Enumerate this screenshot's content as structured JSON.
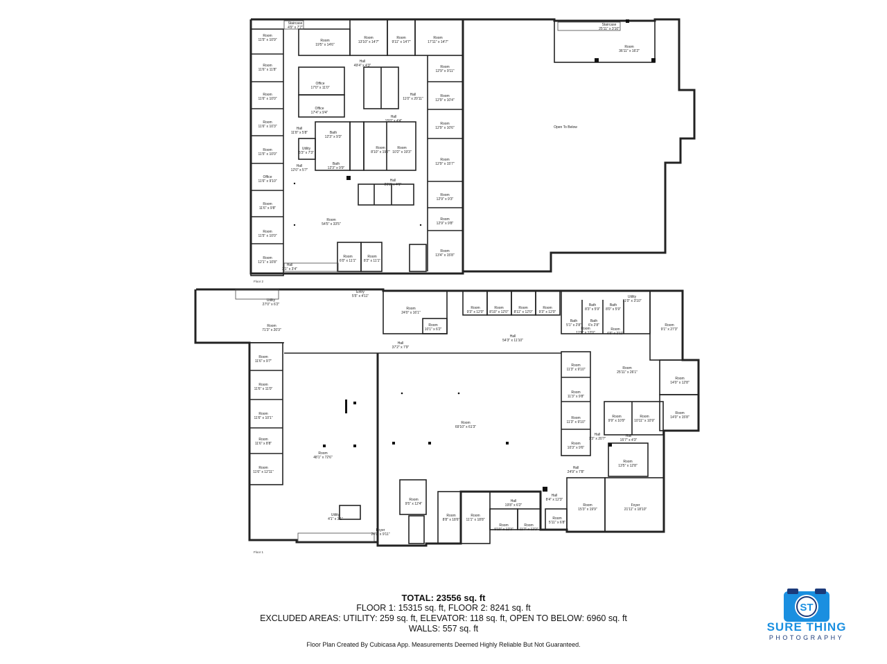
{
  "floor2": {
    "caption": "Floor 2",
    "rooms": [
      {
        "name": "Staircase",
        "dims": "4'9\" x 7'7\""
      },
      {
        "name": "Room",
        "dims": "11'5\" x 10'9\""
      },
      {
        "name": "Room",
        "dims": "19'5\" x 14'6\""
      },
      {
        "name": "Room",
        "dims": "13'10\" x 14'7\""
      },
      {
        "name": "Room",
        "dims": "9'11\" x 14'7\""
      },
      {
        "name": "Room",
        "dims": "17'11\" x 14'7\""
      },
      {
        "name": "Staircase",
        "dims": "25'11\" x 3'10\""
      },
      {
        "name": "Room",
        "dims": "36'11\" x 16'2\""
      },
      {
        "name": "Hall",
        "dims": "49'4\" x 4'3\""
      },
      {
        "name": "Room",
        "dims": "11'6\" x 11'8\""
      },
      {
        "name": "Room",
        "dims": "12'9\" x 9'11\""
      },
      {
        "name": "Office",
        "dims": "17'0\" x 11'0\""
      },
      {
        "name": "Hall",
        "dims": "11'0\" x 20'11\""
      },
      {
        "name": "Room",
        "dims": "11'6\" x 10'0\""
      },
      {
        "name": "Room",
        "dims": "12'9\" x 10'4\""
      },
      {
        "name": "Office",
        "dims": "17'4\" x 9'4\""
      },
      {
        "name": "Hall",
        "dims": "15'0\" x 4'4\""
      },
      {
        "name": "Room",
        "dims": "11'6\" x 10'3\""
      },
      {
        "name": "Room",
        "dims": "12'9\" x 10'6\""
      },
      {
        "name": "Open To Below",
        "dims": ""
      },
      {
        "name": "Hall",
        "dims": "11'8\" x 5'8\""
      },
      {
        "name": "Bath",
        "dims": "12'3\" x 9'3\""
      },
      {
        "name": "Room",
        "dims": "11'5\" x 10'0\""
      },
      {
        "name": "Utility",
        "dims": "5'3\" x 7'3\""
      },
      {
        "name": "Room",
        "dims": "8'10\" x 19'7\""
      },
      {
        "name": "Room",
        "dims": "10'2\" x 19'3\""
      },
      {
        "name": "Room",
        "dims": "12'9\" x 15'7\""
      },
      {
        "name": "Bath",
        "dims": "12'3\" x 9'9\""
      },
      {
        "name": "Hall",
        "dims": "12'0\" x 5'7\""
      },
      {
        "name": "Office",
        "dims": "11'6\" x 9'10\""
      },
      {
        "name": "Hall",
        "dims": "26'2\" x 4'1\""
      },
      {
        "name": "Room",
        "dims": "11'6\" x 9'8\""
      },
      {
        "name": "Room",
        "dims": "12'9\" x 9'3\""
      },
      {
        "name": "Room",
        "dims": "54'5\" x 33'5\""
      },
      {
        "name": "Room",
        "dims": "12'9\" x 9'8\""
      },
      {
        "name": "Room",
        "dims": "11'5\" x 10'0\""
      },
      {
        "name": "Room",
        "dims": "6'0\" x 11'1\""
      },
      {
        "name": "Room",
        "dims": "8'2\" x 11'1\""
      },
      {
        "name": "Room",
        "dims": "13'4\" x 15'8\""
      },
      {
        "name": "Room",
        "dims": "12'1\" x 10'8\""
      },
      {
        "name": "Hall",
        "dims": "3'1\" x 3'4\""
      }
    ]
  },
  "floor1": {
    "caption": "Floor 1",
    "rooms": [
      {
        "name": "Utility",
        "dims": "27'0\" x 6'2\""
      },
      {
        "name": "Entry",
        "dims": "5'5\" x 4'11\""
      },
      {
        "name": "Room",
        "dims": "71'3\" x 20'3\""
      },
      {
        "name": "Room",
        "dims": "24'0\" x 16'1\""
      },
      {
        "name": "Room",
        "dims": "10'1\" x 6'2\""
      },
      {
        "name": "Room",
        "dims": "9'3\" x 12'0\""
      },
      {
        "name": "Room",
        "dims": "8'10\" x 12'0\""
      },
      {
        "name": "Room",
        "dims": "8'11\" x 12'0\""
      },
      {
        "name": "Room",
        "dims": "9'3\" x 12'0\""
      },
      {
        "name": "Bath",
        "dims": "8'3\" x 5'9\""
      },
      {
        "name": "Bath",
        "dims": "8'0\" x 5'9\""
      },
      {
        "name": "Utility",
        "dims": "11'0\" x 3'10\""
      },
      {
        "name": "Bath",
        "dims": "5'1\" x 2'8\""
      },
      {
        "name": "Bath",
        "dims": "6'x 2'8\""
      },
      {
        "name": "Room",
        "dims": "12'8\" x 12'0\""
      },
      {
        "name": "Room",
        "dims": "4'6\" x 2'11\""
      },
      {
        "name": "Room",
        "dims": "9'1\" x 27'3\""
      },
      {
        "name": "Hall",
        "dims": "54'3\" x 11'10\""
      },
      {
        "name": "Hall",
        "dims": "37'2\" x 7'9\""
      },
      {
        "name": "Room",
        "dims": "11'6\" x 9'7\""
      },
      {
        "name": "Room",
        "dims": "11'3\" x 9'10\""
      },
      {
        "name": "Room",
        "dims": "25'11\" x 26'1\""
      },
      {
        "name": "Room",
        "dims": "11'6\" x 11'0\""
      },
      {
        "name": "Room",
        "dims": "11'3\" x 9'8\""
      },
      {
        "name": "Room",
        "dims": "14'0\" x 12'8\""
      },
      {
        "name": "Room",
        "dims": "11'6\" x 10'1\""
      },
      {
        "name": "Room",
        "dims": "69'10\" x 61'3\""
      },
      {
        "name": "Room",
        "dims": "11'3\" x 9'10\""
      },
      {
        "name": "Room",
        "dims": "9'9\" x 10'9\""
      },
      {
        "name": "Room",
        "dims": "10'11\" x 10'9\""
      },
      {
        "name": "Room",
        "dims": "14'0\" x 15'8\""
      },
      {
        "name": "Room",
        "dims": "11'6\" x 8'8\""
      },
      {
        "name": "Hall",
        "dims": "7'3\" x 20'7\""
      },
      {
        "name": "Hall",
        "dims": "15'7\" x 4'3\""
      },
      {
        "name": "Room",
        "dims": "10'3\" x 9'6\""
      },
      {
        "name": "Room",
        "dims": "48'1\" x 72'6\""
      },
      {
        "name": "Room",
        "dims": "13'5\" x 12'8\""
      },
      {
        "name": "Room",
        "dims": "11'6\" x 12'11\""
      },
      {
        "name": "Hall",
        "dims": "24'9\" x 7'8\""
      },
      {
        "name": "Hall",
        "dims": "19'8\" x 6'2\""
      },
      {
        "name": "Hall",
        "dims": "8'4\" x 12'3\""
      },
      {
        "name": "Room",
        "dims": "9'5\" x 12'4\""
      },
      {
        "name": "Room",
        "dims": "15'3\" x 19'9\""
      },
      {
        "name": "Foyer",
        "dims": "21'11\" x 18'10\""
      },
      {
        "name": "Room",
        "dims": "8'8\" x 18'6\""
      },
      {
        "name": "Room",
        "dims": "11'1\" x 18'8\""
      },
      {
        "name": "Utility",
        "dims": "4'1\" x 3'1\""
      },
      {
        "name": "Room",
        "dims": "5'11\" x 6'8\""
      },
      {
        "name": "Room",
        "dims": "9'10\" x 12'3\""
      },
      {
        "name": "Room",
        "dims": "11'7\" x 12'2\""
      },
      {
        "name": "Foyer",
        "dims": "24'9\" x 9'11\""
      }
    ]
  },
  "summary": {
    "total": "TOTAL: 23556 sq. ft",
    "floors": "FLOOR 1: 15315 sq. ft, FLOOR 2: 8241 sq. ft",
    "excluded": "EXCLUDED AREAS: UTILITY: 259 sq. ft, ELEVATOR: 118 sq. ft, OPEN TO BELOW: 6960 sq. ft",
    "walls": "WALLS: 557 sq. ft"
  },
  "disclaimer": "Floor Plan Created By Cubicasa App. Measurements Deemed Highly Reliable But Not Guaranteed.",
  "logo": {
    "mark": "ST",
    "name": "SURE THING",
    "sub": "PHOTOGRAPHY",
    "colors": {
      "blue": "#1a8fe0",
      "navy": "#1b3a7a"
    }
  }
}
